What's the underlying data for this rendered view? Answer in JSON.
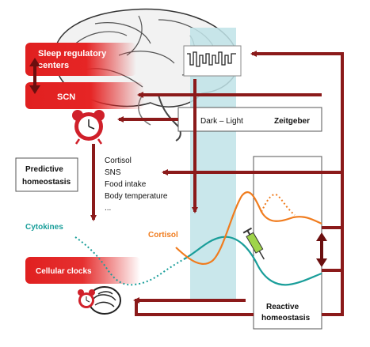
{
  "labels": {
    "sleep_regulatory_centers": [
      "Sleep regulatory",
      "centers"
    ],
    "scn": "SCN",
    "dark_light": "Dark – Light",
    "zeitgeber": "Zeitgeber",
    "predictive_homeostasis": [
      "Predictive",
      "homeostasis"
    ],
    "outputs": [
      "Cortisol",
      "SNS",
      "Food intake",
      "Body temperature",
      "..."
    ],
    "cytokines": "Cytokines",
    "cortisol_curve": "Cortisol",
    "cellular_clocks": "Cellular clocks",
    "reactive_homeostasis": [
      "Reactive",
      "homeostasis"
    ]
  },
  "colors": {
    "arrow_dark_red": "#8b1a1a",
    "red_box": "#e02020",
    "light_band": "#bfe3e8",
    "cortisol_orange": "#f07c1e",
    "cytokines_teal": "#1a9e9a",
    "icon_red": "#d0202a"
  },
  "icons": [
    "brain-icon",
    "alarm-clock-icon",
    "eeg-trace-icon",
    "syringe-icon",
    "cell-icon"
  ]
}
